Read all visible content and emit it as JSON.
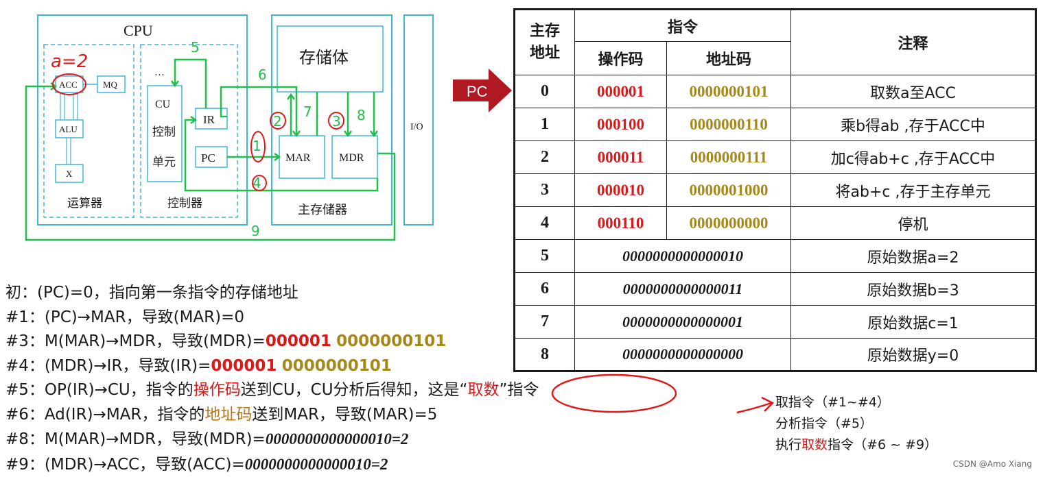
{
  "diagram": {
    "cpu": "CPU",
    "acc": "ACC",
    "mq": "MQ",
    "alu": "ALU",
    "x": "X",
    "alu_unit": "运算器",
    "cu": "CU",
    "cu_ctrl": "控制",
    "cu_unit": "单元",
    "dots": "…",
    "controller": "控制器",
    "ir": "IR",
    "pc": "PC",
    "storage": "存储体",
    "mar": "MAR",
    "mdr": "MDR",
    "main_memory": "主存储器",
    "io": "I/O",
    "hand_a": "a=2",
    "step_nums": [
      "5",
      "6",
      "1",
      "2",
      "7",
      "3",
      "8",
      "4",
      "9"
    ]
  },
  "pc_arrow_label": "PC",
  "table": {
    "headers": {
      "addr": "主存地址",
      "instr": "指令",
      "opcode": "操作码",
      "addrcode": "地址码",
      "comment": "注释"
    },
    "rows": [
      {
        "addr": "0",
        "op": "000001",
        "ad": "0000000101",
        "note": "取数a至ACC"
      },
      {
        "addr": "1",
        "op": "000100",
        "ad": "0000000110",
        "note": "乘b得ab ,存于ACC中"
      },
      {
        "addr": "2",
        "op": "000011",
        "ad": "0000000111",
        "note": "加c得ab+c ,存于ACC中"
      },
      {
        "addr": "3",
        "op": "000010",
        "ad": "0000001000",
        "note": "将ab+c ,存于主存单元"
      },
      {
        "addr": "4",
        "op": "000110",
        "ad": "0000000000",
        "note": "停机"
      }
    ],
    "data_rows": [
      {
        "addr": "5",
        "raw": "0000000000000010",
        "note": "原始数据a=2"
      },
      {
        "addr": "6",
        "raw": "0000000000000011",
        "note": "原始数据b=3"
      },
      {
        "addr": "7",
        "raw": "0000000000000001",
        "note": "原始数据c=1"
      },
      {
        "addr": "8",
        "raw": "0000000000000000",
        "note": "原始数据y=0"
      }
    ]
  },
  "steps": {
    "s0": "初：(PC)=0，指向第一条指令的存储地址",
    "s1": "#1：(PC)→MAR，导致(MAR)=0",
    "s3_a": "#3：M(MAR)→MDR，导致(MDR)=",
    "s3_op": "000001",
    "s3_ad": "0000000101",
    "s4_a": "#4：(MDR)→IR，导致(IR)=",
    "s4_op": "000001",
    "s4_ad": "0000000101",
    "s5_a": "#5：OP(IR)→CU，指令的",
    "s5_hl": "操作码",
    "s5_b": "送到CU，CU分析后得知，这是“",
    "s5_hl2": "取数",
    "s5_c": "”指令",
    "s6_a": "#6：Ad(IR)→MAR，指令的",
    "s6_hl": "地址码",
    "s6_b": "送到MAR，导致(MAR)=5",
    "s8_a": "#8：M(MAR)→MDR，导致(MDR)=",
    "s8_v": "0000000000000010=2",
    "s9_a": "#9：(MDR)→ACC，导致(ACC)=",
    "s9_v": "0000000000000010=2"
  },
  "phases": {
    "fetch": "取指令（#1~#4）",
    "analyze": "分析指令（#5）",
    "exec_a": "执行",
    "exec_hl": "取数",
    "exec_b": "指令（#6 ~ #9）"
  },
  "watermark": "CSDN @Amo Xiang"
}
